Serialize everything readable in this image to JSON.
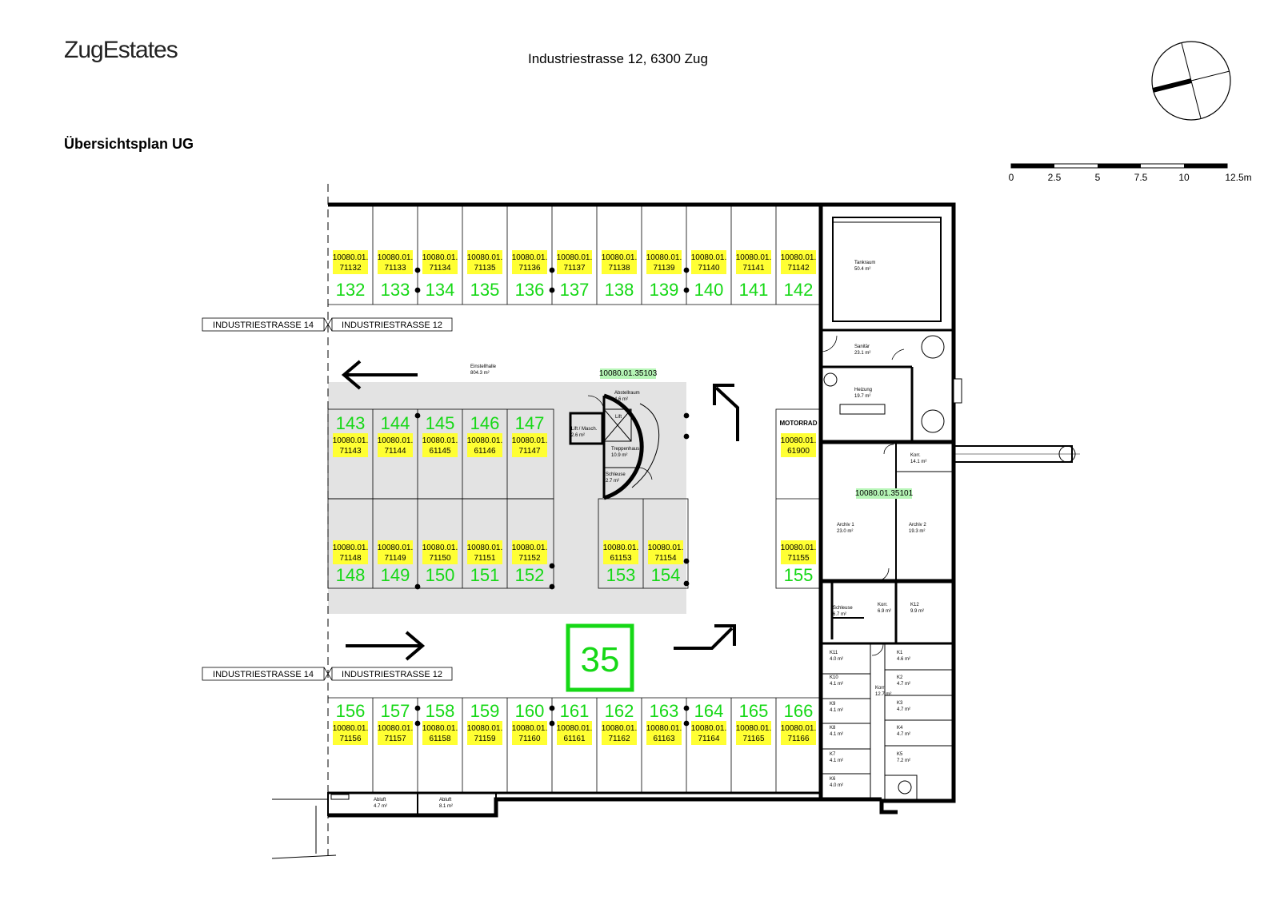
{
  "header": {
    "logo": "ZugEstates",
    "address": "Industriestrasse 12, 6300 Zug",
    "plan_title": "Übersichtsplan UG"
  },
  "scale": {
    "ticks": [
      "0",
      "2.5",
      "5",
      "7.5",
      "10",
      "12.5m"
    ]
  },
  "street_labels": {
    "left": "INDUSTRIESTRASSE 14",
    "right": "INDUSTRIESTRASSE 12"
  },
  "building_number": "35",
  "colors": {
    "parking_number": "#16d816",
    "code_highlight": "#ffff33",
    "room_code_highlight": "#b6f5b6",
    "gray_zone": "#e3e3e3"
  },
  "room_codes": {
    "stair": "10080.01.35103",
    "archive": "10080.01.35101"
  },
  "motorrad": "MOTORRAD",
  "parking_row_top": [
    {
      "num": "132",
      "code1": "10080.01.",
      "code2": "71132"
    },
    {
      "num": "133",
      "code1": "10080.01.",
      "code2": "71133"
    },
    {
      "num": "134",
      "code1": "10080.01.",
      "code2": "71134"
    },
    {
      "num": "135",
      "code1": "10080.01.",
      "code2": "71135"
    },
    {
      "num": "136",
      "code1": "10080.01.",
      "code2": "71136"
    },
    {
      "num": "137",
      "code1": "10080.01.",
      "code2": "71137"
    },
    {
      "num": "138",
      "code1": "10080.01.",
      "code2": "71138"
    },
    {
      "num": "139",
      "code1": "10080.01.",
      "code2": "71139"
    },
    {
      "num": "140",
      "code1": "10080.01.",
      "code2": "71140"
    },
    {
      "num": "141",
      "code1": "10080.01.",
      "code2": "71141"
    },
    {
      "num": "142",
      "code1": "10080.01.",
      "code2": "71142"
    }
  ],
  "parking_mid_upper": [
    {
      "num": "143",
      "code1": "10080.01.",
      "code2": "71143"
    },
    {
      "num": "144",
      "code1": "10080.01.",
      "code2": "71144"
    },
    {
      "num": "145",
      "code1": "10080.01.",
      "code2": "61145"
    },
    {
      "num": "146",
      "code1": "10080.01.",
      "code2": "61146"
    },
    {
      "num": "147",
      "code1": "10080.01.",
      "code2": "71147"
    }
  ],
  "parking_mid_lower": [
    {
      "num": "148",
      "code1": "10080.01.",
      "code2": "71148"
    },
    {
      "num": "149",
      "code1": "10080.01.",
      "code2": "71149"
    },
    {
      "num": "150",
      "code1": "10080.01.",
      "code2": "71150"
    },
    {
      "num": "151",
      "code1": "10080.01.",
      "code2": "71151"
    },
    {
      "num": "152",
      "code1": "10080.01.",
      "code2": "71152"
    },
    {
      "num": "153",
      "code1": "10080.01.",
      "code2": "61153"
    },
    {
      "num": "154",
      "code1": "10080.01.",
      "code2": "71154"
    }
  ],
  "parking_motorrad": [
    {
      "num": "",
      "code1": "10080.01.",
      "code2": "61900"
    },
    {
      "num": "155",
      "code1": "10080.01.",
      "code2": "71155"
    }
  ],
  "parking_row_bottom": [
    {
      "num": "156",
      "code1": "10080.01.",
      "code2": "71156"
    },
    {
      "num": "157",
      "code1": "10080.01.",
      "code2": "71157"
    },
    {
      "num": "158",
      "code1": "10080.01.",
      "code2": "61158"
    },
    {
      "num": "159",
      "code1": "10080.01.",
      "code2": "71159"
    },
    {
      "num": "160",
      "code1": "10080.01.",
      "code2": "71160"
    },
    {
      "num": "161",
      "code1": "10080.01.",
      "code2": "61161"
    },
    {
      "num": "162",
      "code1": "10080.01.",
      "code2": "71162"
    },
    {
      "num": "163",
      "code1": "10080.01.",
      "code2": "61163"
    },
    {
      "num": "164",
      "code1": "10080.01.",
      "code2": "71164"
    },
    {
      "num": "165",
      "code1": "10080.01.",
      "code2": "71165"
    },
    {
      "num": "166",
      "code1": "10080.01.",
      "code2": "71166"
    }
  ],
  "rooms": {
    "einstellhalle": {
      "name": "Einstellhalle",
      "area": "804.3 m²"
    },
    "tankraum": {
      "name": "Tankraum",
      "area": "50.4 m²"
    },
    "sanitaer": {
      "name": "Sanitär",
      "area": "23.1 m²"
    },
    "heizung": {
      "name": "Heizung",
      "area": "19.7 m²"
    },
    "abstellraum": {
      "name": "Abstellraum",
      "area": "4.6 m²"
    },
    "lift": {
      "name": "Lift"
    },
    "lift_masch": {
      "name": "Lift / Masch.",
      "area": "2.6 m²"
    },
    "treppenhaus": {
      "name": "Treppenhaus",
      "area": "10.9 m²"
    },
    "schleuse": {
      "name": "Schleuse",
      "area": "2.7 m²"
    },
    "korr_top": {
      "name": "Korr.",
      "area": "14.1 m²"
    },
    "archiv1": {
      "name": "Archiv 1",
      "area": "23.0 m²"
    },
    "archiv2": {
      "name": "Archiv 2",
      "area": "19.3 m²"
    },
    "schleuse2": {
      "name": "Schleuse",
      "area": "6.7 m²"
    },
    "korr_mid": {
      "name": "Korr.",
      "area": "6.9 m²"
    },
    "k12": {
      "name": "K12",
      "area": "9.9 m²"
    },
    "korr_keller": {
      "name": "Korr.",
      "area": "12.7 m²"
    },
    "abluft1": {
      "name": "Abluft",
      "area": "4.7 m²"
    },
    "abluft2": {
      "name": "Abluft",
      "area": "8.1 m²"
    }
  },
  "cellars_left": [
    {
      "name": "K11",
      "area": "4.0 m²"
    },
    {
      "name": "K10",
      "area": "4.1 m²"
    },
    {
      "name": "K9",
      "area": "4.1 m²"
    },
    {
      "name": "K8",
      "area": "4.1 m²"
    },
    {
      "name": "K7",
      "area": "4.1 m²"
    },
    {
      "name": "K6",
      "area": "4.0 m²"
    }
  ],
  "cellars_right": [
    {
      "name": "K1",
      "area": "4.6 m²"
    },
    {
      "name": "K2",
      "area": "4.7 m²"
    },
    {
      "name": "K3",
      "area": "4.7 m²"
    },
    {
      "name": "K4",
      "area": "4.7 m²"
    },
    {
      "name": "K5",
      "area": "7.2 m²"
    }
  ]
}
